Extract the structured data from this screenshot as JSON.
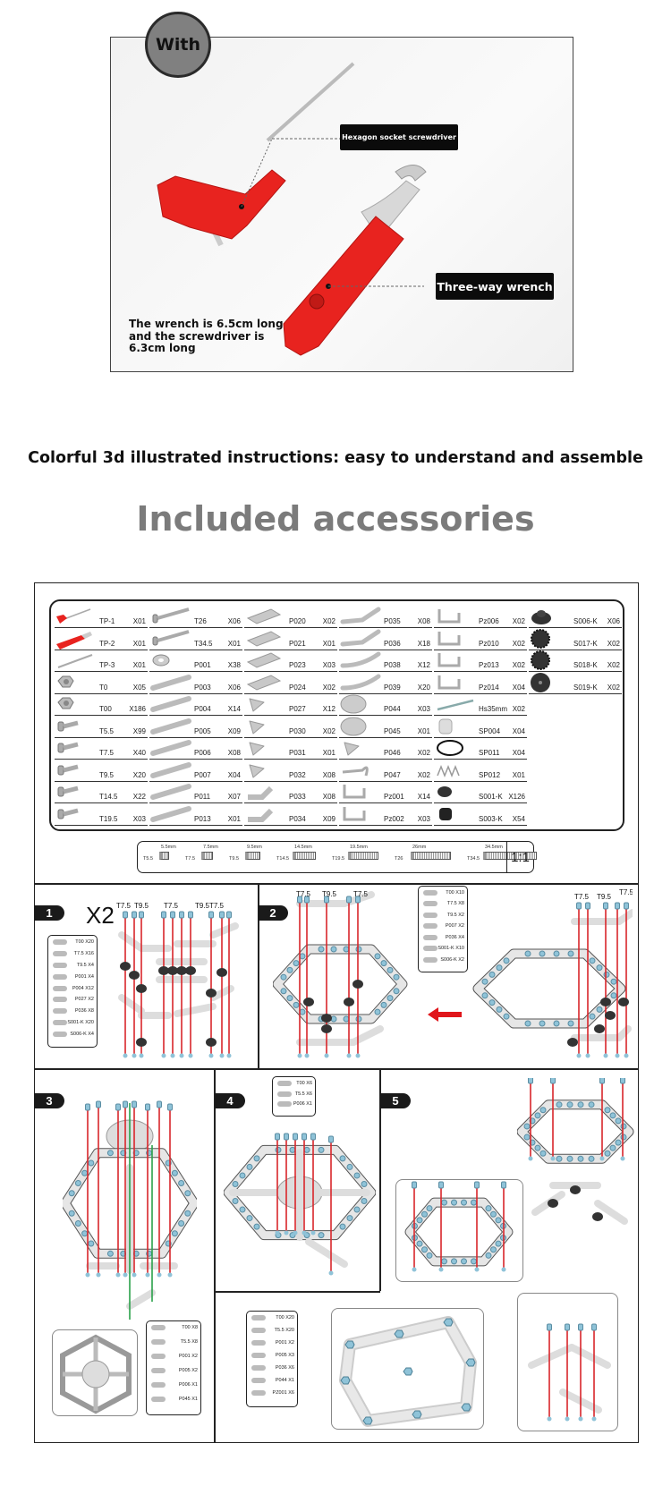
{
  "tools_section": {
    "badge": "With",
    "screwdriver_label": "Hexagon socket screwdriver",
    "wrench_label": "Three-way wrench",
    "size_note": "The wrench is 6.5cm long and the screwdriver is 6.3cm long",
    "tool_color": "#e8231f"
  },
  "caption": "Colorful 3d illustrated instructions: easy to understand and assemble",
  "heading": "Included accessories",
  "parts": [
    [
      {
        "code": "TP-1",
        "qty": "X01",
        "icon": "screwdriver-icon"
      },
      {
        "code": "TP-2",
        "qty": "X01",
        "icon": "wrench-icon"
      },
      {
        "code": "TP-3",
        "qty": "X01",
        "icon": "tool-icon"
      },
      {
        "code": "T0",
        "qty": "X05",
        "icon": "nut-icon"
      },
      {
        "code": "T00",
        "qty": "X186",
        "icon": "nut-icon"
      },
      {
        "code": "T5.5",
        "qty": "X99",
        "icon": "screw-icon"
      },
      {
        "code": "T7.5",
        "qty": "X40",
        "icon": "screw-icon"
      },
      {
        "code": "T9.5",
        "qty": "X20",
        "icon": "screw-icon"
      },
      {
        "code": "T14.5",
        "qty": "X22",
        "icon": "screw-icon"
      },
      {
        "code": "T19.5",
        "qty": "X03",
        "icon": "screw-icon"
      }
    ],
    [
      {
        "code": "T26",
        "qty": "X06",
        "icon": "long-screw-icon"
      },
      {
        "code": "T34.5",
        "qty": "X01",
        "icon": "long-screw-icon"
      },
      {
        "code": "P001",
        "qty": "X38",
        "icon": "washer-icon"
      },
      {
        "code": "P003",
        "qty": "X06",
        "icon": "strip-icon"
      },
      {
        "code": "P004",
        "qty": "X14",
        "icon": "strip-icon"
      },
      {
        "code": "P005",
        "qty": "X09",
        "icon": "strip-icon"
      },
      {
        "code": "P006",
        "qty": "X08",
        "icon": "strip-icon"
      },
      {
        "code": "P007",
        "qty": "X04",
        "icon": "strip-icon"
      },
      {
        "code": "P011",
        "qty": "X07",
        "icon": "strip-icon"
      },
      {
        "code": "P013",
        "qty": "X01",
        "icon": "strip-icon"
      }
    ],
    [
      {
        "code": "P020",
        "qty": "X02",
        "icon": "plate-icon"
      },
      {
        "code": "P021",
        "qty": "X01",
        "icon": "plate-icon"
      },
      {
        "code": "P023",
        "qty": "X03",
        "icon": "plate-icon"
      },
      {
        "code": "P024",
        "qty": "X02",
        "icon": "plate-icon"
      },
      {
        "code": "P027",
        "qty": "X12",
        "icon": "triangle-plate-icon"
      },
      {
        "code": "P030",
        "qty": "X02",
        "icon": "triangle-plate-icon"
      },
      {
        "code": "P031",
        "qty": "X01",
        "icon": "triangle-plate-icon"
      },
      {
        "code": "P032",
        "qty": "X08",
        "icon": "triangle-plate-icon"
      },
      {
        "code": "P033",
        "qty": "X08",
        "icon": "angle-plate-icon"
      },
      {
        "code": "P034",
        "qty": "X09",
        "icon": "angle-plate-icon"
      }
    ],
    [
      {
        "code": "P035",
        "qty": "X08",
        "icon": "bent-strip-icon"
      },
      {
        "code": "P036",
        "qty": "X18",
        "icon": "bent-strip-icon"
      },
      {
        "code": "P038",
        "qty": "X12",
        "icon": "curved-strip-icon"
      },
      {
        "code": "P039",
        "qty": "X20",
        "icon": "curved-strip-icon"
      },
      {
        "code": "P044",
        "qty": "X03",
        "icon": "disc-icon"
      },
      {
        "code": "P045",
        "qty": "X01",
        "icon": "disc-icon"
      },
      {
        "code": "P046",
        "qty": "X02",
        "icon": "triangle-plate-icon"
      },
      {
        "code": "P047",
        "qty": "X02",
        "icon": "hook-icon"
      },
      {
        "code": "Pz001",
        "qty": "X14",
        "icon": "bracket-icon"
      },
      {
        "code": "Pz002",
        "qty": "X03",
        "icon": "bracket-icon"
      }
    ],
    [
      {
        "code": "Pz006",
        "qty": "X02",
        "icon": "bracket-icon"
      },
      {
        "code": "Pz010",
        "qty": "X02",
        "icon": "bracket-icon"
      },
      {
        "code": "Pz013",
        "qty": "X02",
        "icon": "bracket-icon"
      },
      {
        "code": "Pz014",
        "qty": "X04",
        "icon": "bracket-icon"
      },
      {
        "code": "Hs35mm",
        "qty": "X02",
        "icon": "rod-icon"
      },
      {
        "code": "SP004",
        "qty": "X04",
        "icon": "spacer-icon"
      },
      {
        "code": "SP011",
        "qty": "X04",
        "icon": "ring-icon"
      },
      {
        "code": "SP012",
        "qty": "X01",
        "icon": "spring-icon"
      },
      {
        "code": "S001-K",
        "qty": "X126",
        "icon": "grommet-icon"
      },
      {
        "code": "S003-K",
        "qty": "X54",
        "icon": "tube-icon"
      }
    ],
    [
      {
        "code": "S006-K",
        "qty": "X06",
        "icon": "tire-icon"
      },
      {
        "code": "S017-K",
        "qty": "X02",
        "icon": "gear-icon"
      },
      {
        "code": "S018-K",
        "qty": "X02",
        "icon": "gear-icon"
      },
      {
        "code": "S019-K",
        "qty": "X02",
        "icon": "pulley-icon"
      }
    ]
  ],
  "screw_scale": {
    "items": [
      {
        "code": "T5.5",
        "length": "5.5mm"
      },
      {
        "code": "T7.5",
        "length": "7.5mm"
      },
      {
        "code": "T9.5",
        "length": "9.5mm"
      },
      {
        "code": "T14.5",
        "length": "14.5mm"
      },
      {
        "code": "T19.5",
        "length": "19.5mm"
      },
      {
        "code": "T26",
        "length": "26mm"
      },
      {
        "code": "T34.5",
        "length": "34.5mm"
      }
    ],
    "ratio": "1:1"
  },
  "steps": [
    {
      "number": "1",
      "multiplier": "X2",
      "parts": [
        "T00 X20",
        "T7.5 X16",
        "T9.5 X4",
        "P001 X4",
        "P004 X12",
        "P027 X2",
        "P036 X8",
        "S001-K X20",
        "S006-K X4"
      ],
      "screw_labels": [
        "T7.5",
        "T9.5",
        "T7.5",
        "T9.5",
        "T7.5"
      ]
    },
    {
      "number": "2",
      "parts": [
        "T00 X10",
        "T7.5 X8",
        "T9.5 X2",
        "P007 X2",
        "P036 X4",
        "S001-K X10",
        "S006-K X2"
      ],
      "screw_labels": [
        "T7.5",
        "T9.5",
        "T7.5"
      ]
    },
    {
      "number": "3",
      "parts": [
        "T00 X8",
        "T5.5 X8",
        "P001 X2",
        "P005 X2",
        "P006 X1",
        "P045 X1"
      ]
    },
    {
      "number": "4",
      "parts": [
        "T00 X6",
        "T5.5 X6",
        "P006 X1"
      ]
    },
    {
      "number": "5",
      "parts": [
        "T00 X20",
        "T5.5 X20",
        "P001 X2",
        "P005 X3",
        "P036 X6",
        "P044 X1",
        "PZ001 X6"
      ]
    }
  ],
  "colors": {
    "tool_red": "#e8231f",
    "guide_red": "#d9262b",
    "guide_green": "#2aa14a",
    "bolt_blue": "#8fc3d8",
    "heading_gray": "#7b7b7b"
  }
}
